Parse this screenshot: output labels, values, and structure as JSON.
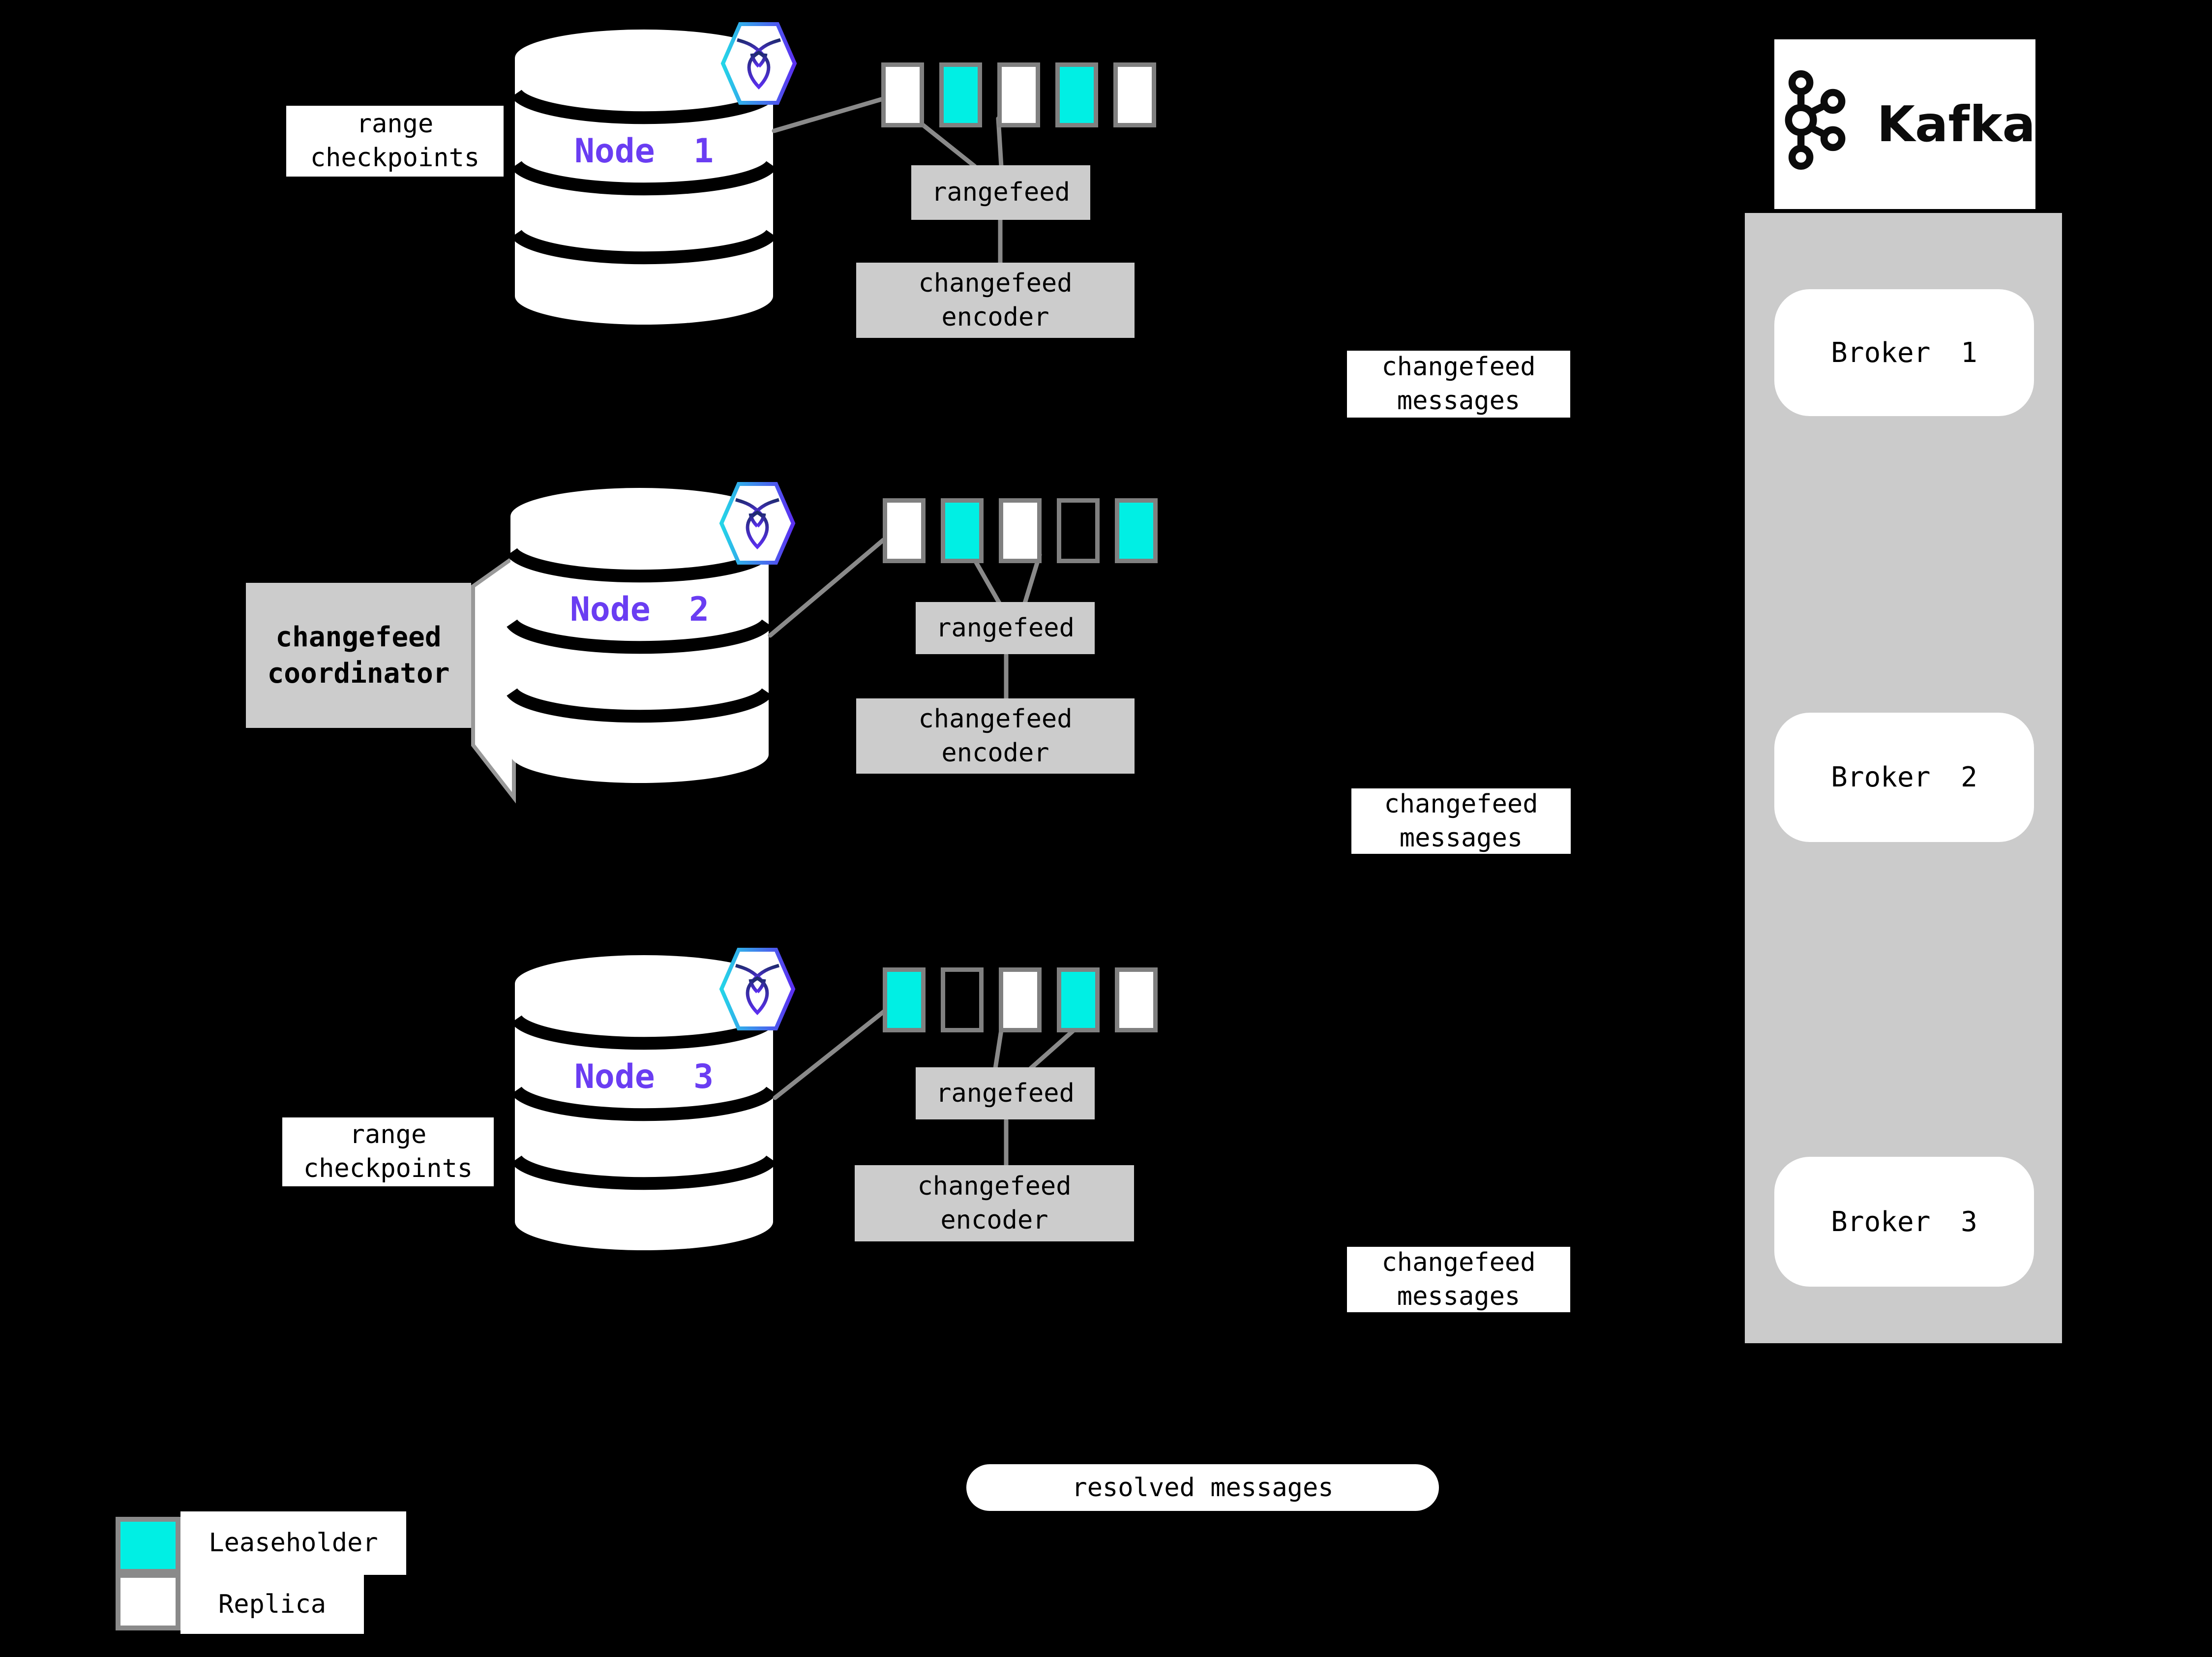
{
  "colors": {
    "leaseholder": "#00efe4",
    "replica": "#ffffff",
    "accent_purple": "#6a3df2",
    "box_gray": "#cccccc",
    "panel_gray": "#cbcbcb",
    "line_gray": "#8a8a8a",
    "border_gray": "#808080"
  },
  "nodes": [
    {
      "name": "Node 1",
      "range_checkpoints_label": "range\ncheckpoints",
      "rangefeed_label": "rangefeed",
      "encoder_label": "changefeed\nencoder",
      "messages_label": "changefeed\nmessages",
      "ranges": [
        "replica",
        "leaseholder",
        "replica",
        "leaseholder",
        "replica"
      ]
    },
    {
      "name": "Node 2",
      "coordinator_label": "changefeed\ncoordinator",
      "rangefeed_label": "rangefeed",
      "encoder_label": "changefeed\nencoder",
      "messages_label": "changefeed\nmessages",
      "ranges": [
        "replica",
        "leaseholder",
        "replica",
        "empty",
        "leaseholder"
      ]
    },
    {
      "name": "Node 3",
      "range_checkpoints_label": "range\ncheckpoints",
      "rangefeed_label": "rangefeed",
      "encoder_label": "changefeed\nencoder",
      "messages_label": "changefeed\nmessages",
      "ranges": [
        "leaseholder",
        "empty",
        "replica",
        "leaseholder",
        "replica"
      ]
    }
  ],
  "kafka": {
    "brand": "Kafka",
    "brokers": [
      "Broker 1",
      "Broker 2",
      "Broker 3"
    ]
  },
  "resolved_label": "resolved messages",
  "legend": {
    "leaseholder": "Leaseholder",
    "replica": "Replica"
  }
}
